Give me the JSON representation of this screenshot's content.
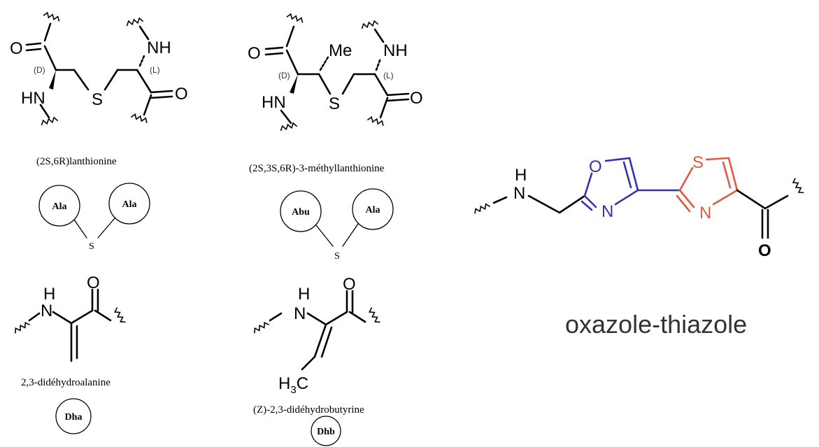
{
  "lanthionine": {
    "atoms": {
      "o1": "O",
      "nh_top": "NH",
      "d": "(D)",
      "l": "(L)",
      "s": "S",
      "hn": "HN",
      "o2": "O"
    },
    "caption": "(2S,6R)lanthionine",
    "res_left": "Ala",
    "res_right": "Ala",
    "link": "S"
  },
  "methyllanthionine": {
    "atoms": {
      "o1": "O",
      "me": "Me",
      "nh_top": "NH",
      "d": "(D)",
      "l": "(L)",
      "s": "S",
      "hn": "HN",
      "o2": "O"
    },
    "caption": "(2S,3S,6R)-3-méthyllanthionine",
    "res_left": "Abu",
    "res_right": "Ala",
    "link": "S"
  },
  "dha": {
    "atoms": {
      "h": "H",
      "n": "N",
      "o": "O"
    },
    "caption": "2,3-didéhydroalanine",
    "res": "Dha"
  },
  "dhb": {
    "atoms": {
      "h": "H",
      "n": "N",
      "o": "O",
      "h3c": "H3C"
    },
    "caption": "(Z)-2,3-didéhydrobutyrine",
    "res": "Dhb"
  },
  "oxazole_thiazole": {
    "atoms": {
      "h": "H",
      "n_amine": "N",
      "o_ring": "O",
      "n_ox": "N",
      "s_ring": "S",
      "n_th": "N",
      "o_carbonyl": "O"
    },
    "caption": "oxazole-thiazole",
    "colors": {
      "oxazole": "#3333aa",
      "thiazole": "#e05a40"
    }
  }
}
